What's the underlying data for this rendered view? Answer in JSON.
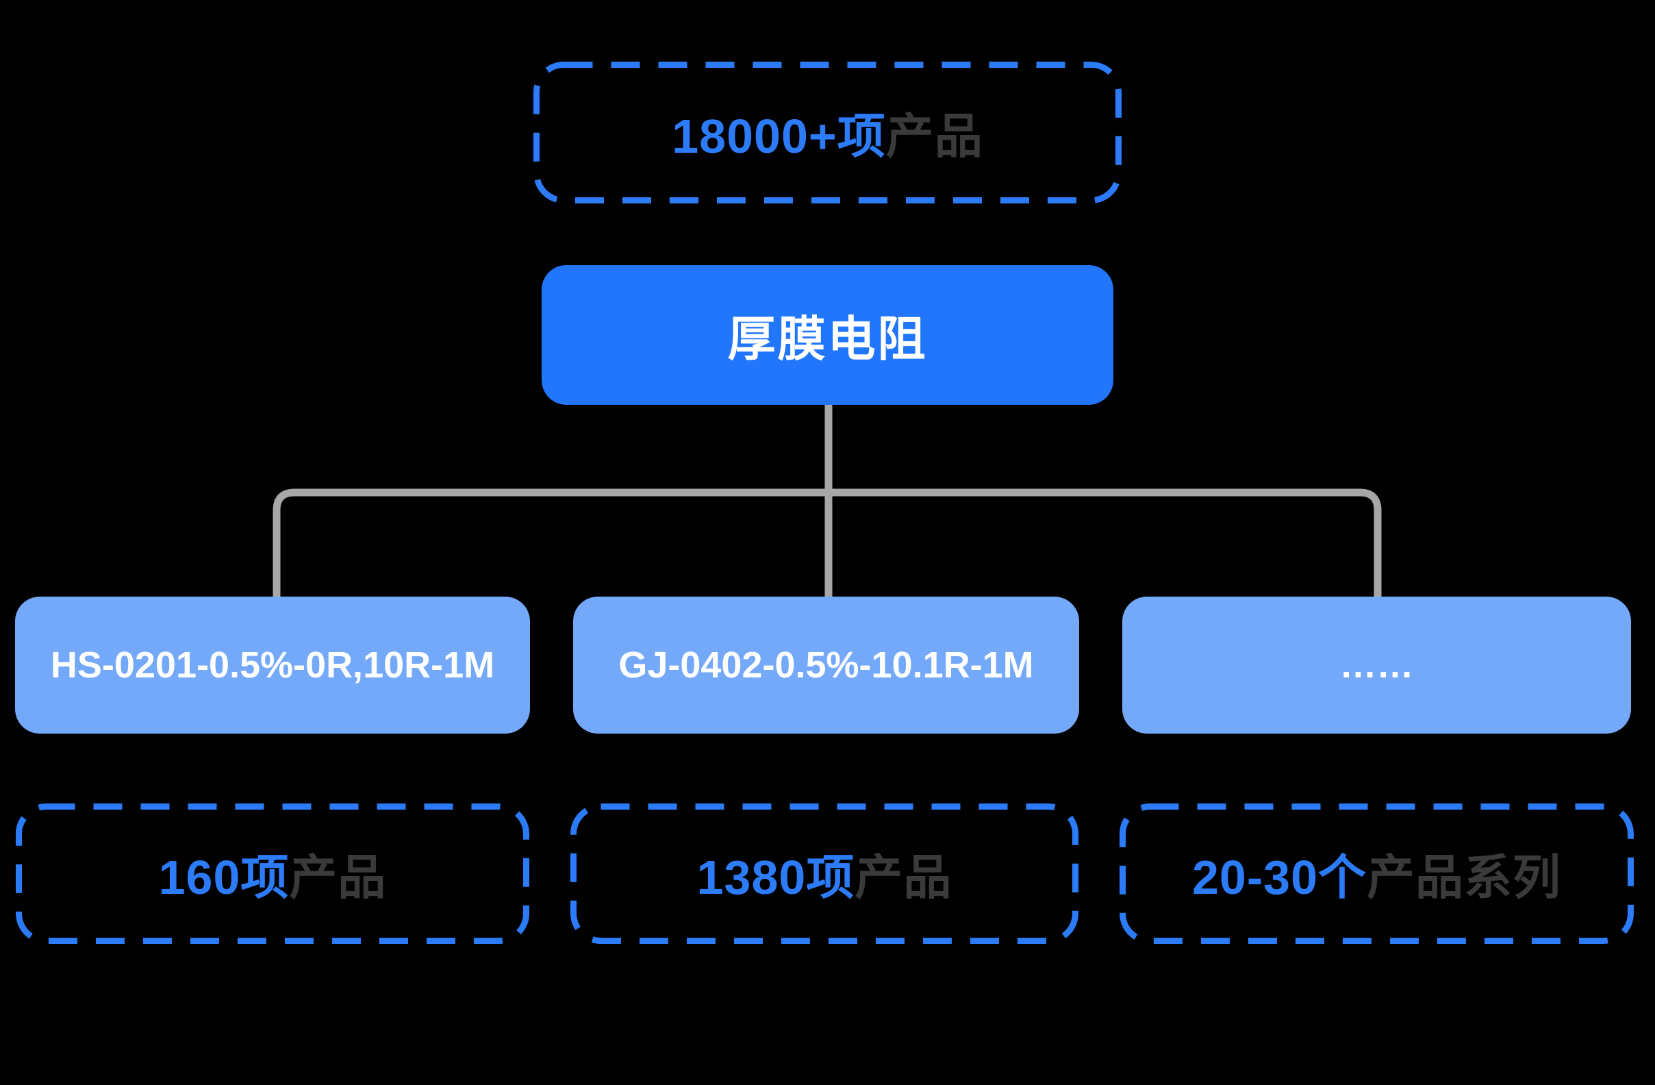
{
  "colors": {
    "background": "#000000",
    "accent_blue": "#2C7CFA",
    "root_fill": "#2176FB",
    "child_fill": "#74A9FA",
    "muted_text": "#3A3A3A",
    "node_text": "#FFFFFF",
    "connector_gray": "#A7A7A7"
  },
  "top_badge": {
    "highlight": "18000+项",
    "muted": "产品"
  },
  "root_node": {
    "label": "厚膜电阻"
  },
  "children": [
    {
      "label": "HS-0201-0.5%-0R,10R-1M"
    },
    {
      "label": "GJ-0402-0.5%-10.1R-1M"
    },
    {
      "label": "……"
    }
  ],
  "stats": [
    {
      "highlight": "160项",
      "muted": "产品"
    },
    {
      "highlight": "1380项",
      "muted": "产品"
    },
    {
      "highlight": "20-30个",
      "muted": "产品系列"
    }
  ]
}
